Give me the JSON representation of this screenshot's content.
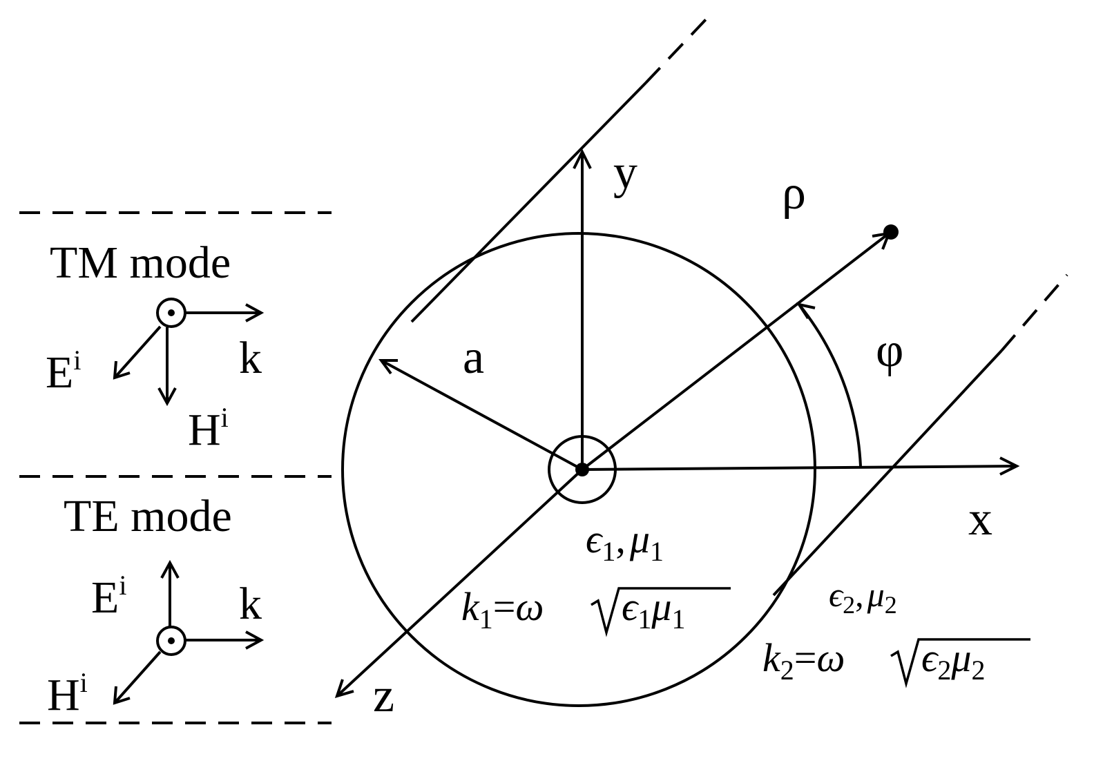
{
  "colors": {
    "ink": "#000000",
    "background": "#ffffff"
  },
  "legend": {
    "tm": {
      "title": "TM mode",
      "e_base": "E",
      "e_sup": "i",
      "h_base": "H",
      "h_sup": "i",
      "k": "k",
      "out_of_page_icon": "dot-in-circle-icon"
    },
    "te": {
      "title": "TE mode",
      "e_base": "E",
      "e_sup": "i",
      "h_base": "H",
      "h_sup": "i",
      "k": "k",
      "out_of_page_icon": "dot-in-circle-icon"
    }
  },
  "geometry": {
    "axis_x": "x",
    "axis_y": "y",
    "axis_z": "z",
    "radius": "a",
    "rho": "ρ",
    "phi": "φ"
  },
  "media": {
    "inner": {
      "eps": "ϵ",
      "eps_sub": "1",
      "comma": ",",
      "mu": "μ",
      "mu_sub": "1",
      "k": "k",
      "k_sub": "1",
      "eq": "=",
      "omega": "ω",
      "in_eps": "ϵ",
      "in_eps_sub": "1",
      "in_mu": "μ",
      "in_mu_sub": "1"
    },
    "outer": {
      "eps": "ϵ",
      "eps_sub": "2",
      "comma": ",",
      "mu": "μ",
      "mu_sub": "2",
      "k": "k",
      "k_sub": "2",
      "eq": "=",
      "omega": "ω",
      "in_eps": "ϵ",
      "in_eps_sub": "2",
      "in_mu": "μ",
      "in_mu_sub": "2"
    }
  }
}
